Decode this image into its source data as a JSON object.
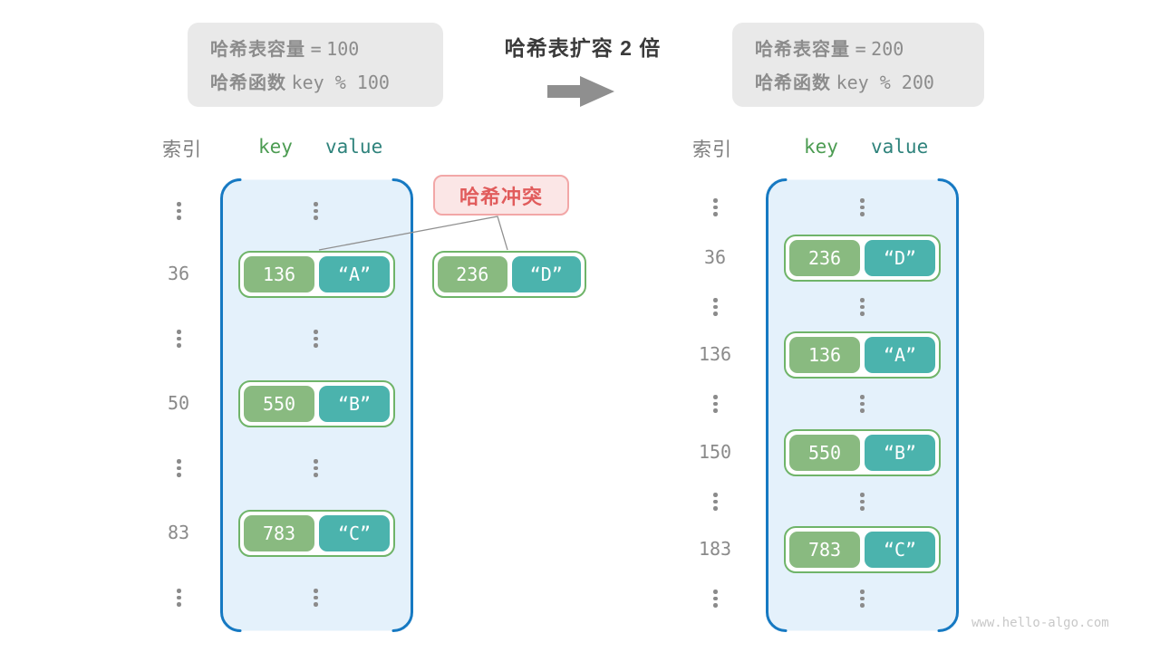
{
  "title": {
    "text": "哈希表扩容 2 倍"
  },
  "info_before": {
    "capacity_label": "哈希表容量",
    "capacity_eq": "=",
    "capacity_value": "100",
    "hash_label": "哈希函数",
    "hash_expr": "key % 100"
  },
  "info_after": {
    "capacity_label": "哈希表容量",
    "capacity_eq": "=",
    "capacity_value": "200",
    "hash_label": "哈希函数",
    "hash_expr": "key % 200"
  },
  "headers": {
    "index": "索引",
    "key": "key",
    "value": "value"
  },
  "collision": {
    "label": "哈希冲突"
  },
  "left_table": {
    "indices": [
      "36",
      "50",
      "83"
    ],
    "pairs": [
      {
        "key": "136",
        "value": "“A”"
      },
      {
        "key": "550",
        "value": "“B”"
      },
      {
        "key": "783",
        "value": "“C”"
      }
    ]
  },
  "collision_pair": {
    "key": "236",
    "value": "“D”"
  },
  "right_table": {
    "indices": [
      "36",
      "136",
      "150",
      "183"
    ],
    "pairs": [
      {
        "key": "236",
        "value": "“D”"
      },
      {
        "key": "136",
        "value": "“A”"
      },
      {
        "key": "550",
        "value": "“B”"
      },
      {
        "key": "783",
        "value": "“C”"
      }
    ]
  },
  "watermark": "www.hello-algo.com",
  "colors": {
    "key_green": "#89ba80",
    "value_teal": "#4bb3ad",
    "pair_border_green": "#6fb469",
    "container_blue": "#1679c2",
    "container_fill": "#e4f1fb",
    "collision_red": "#e15c5c",
    "collision_bg": "#fbe6e6",
    "info_box_bg": "#e9e9e9",
    "gray_text": "#8c8c8c"
  }
}
